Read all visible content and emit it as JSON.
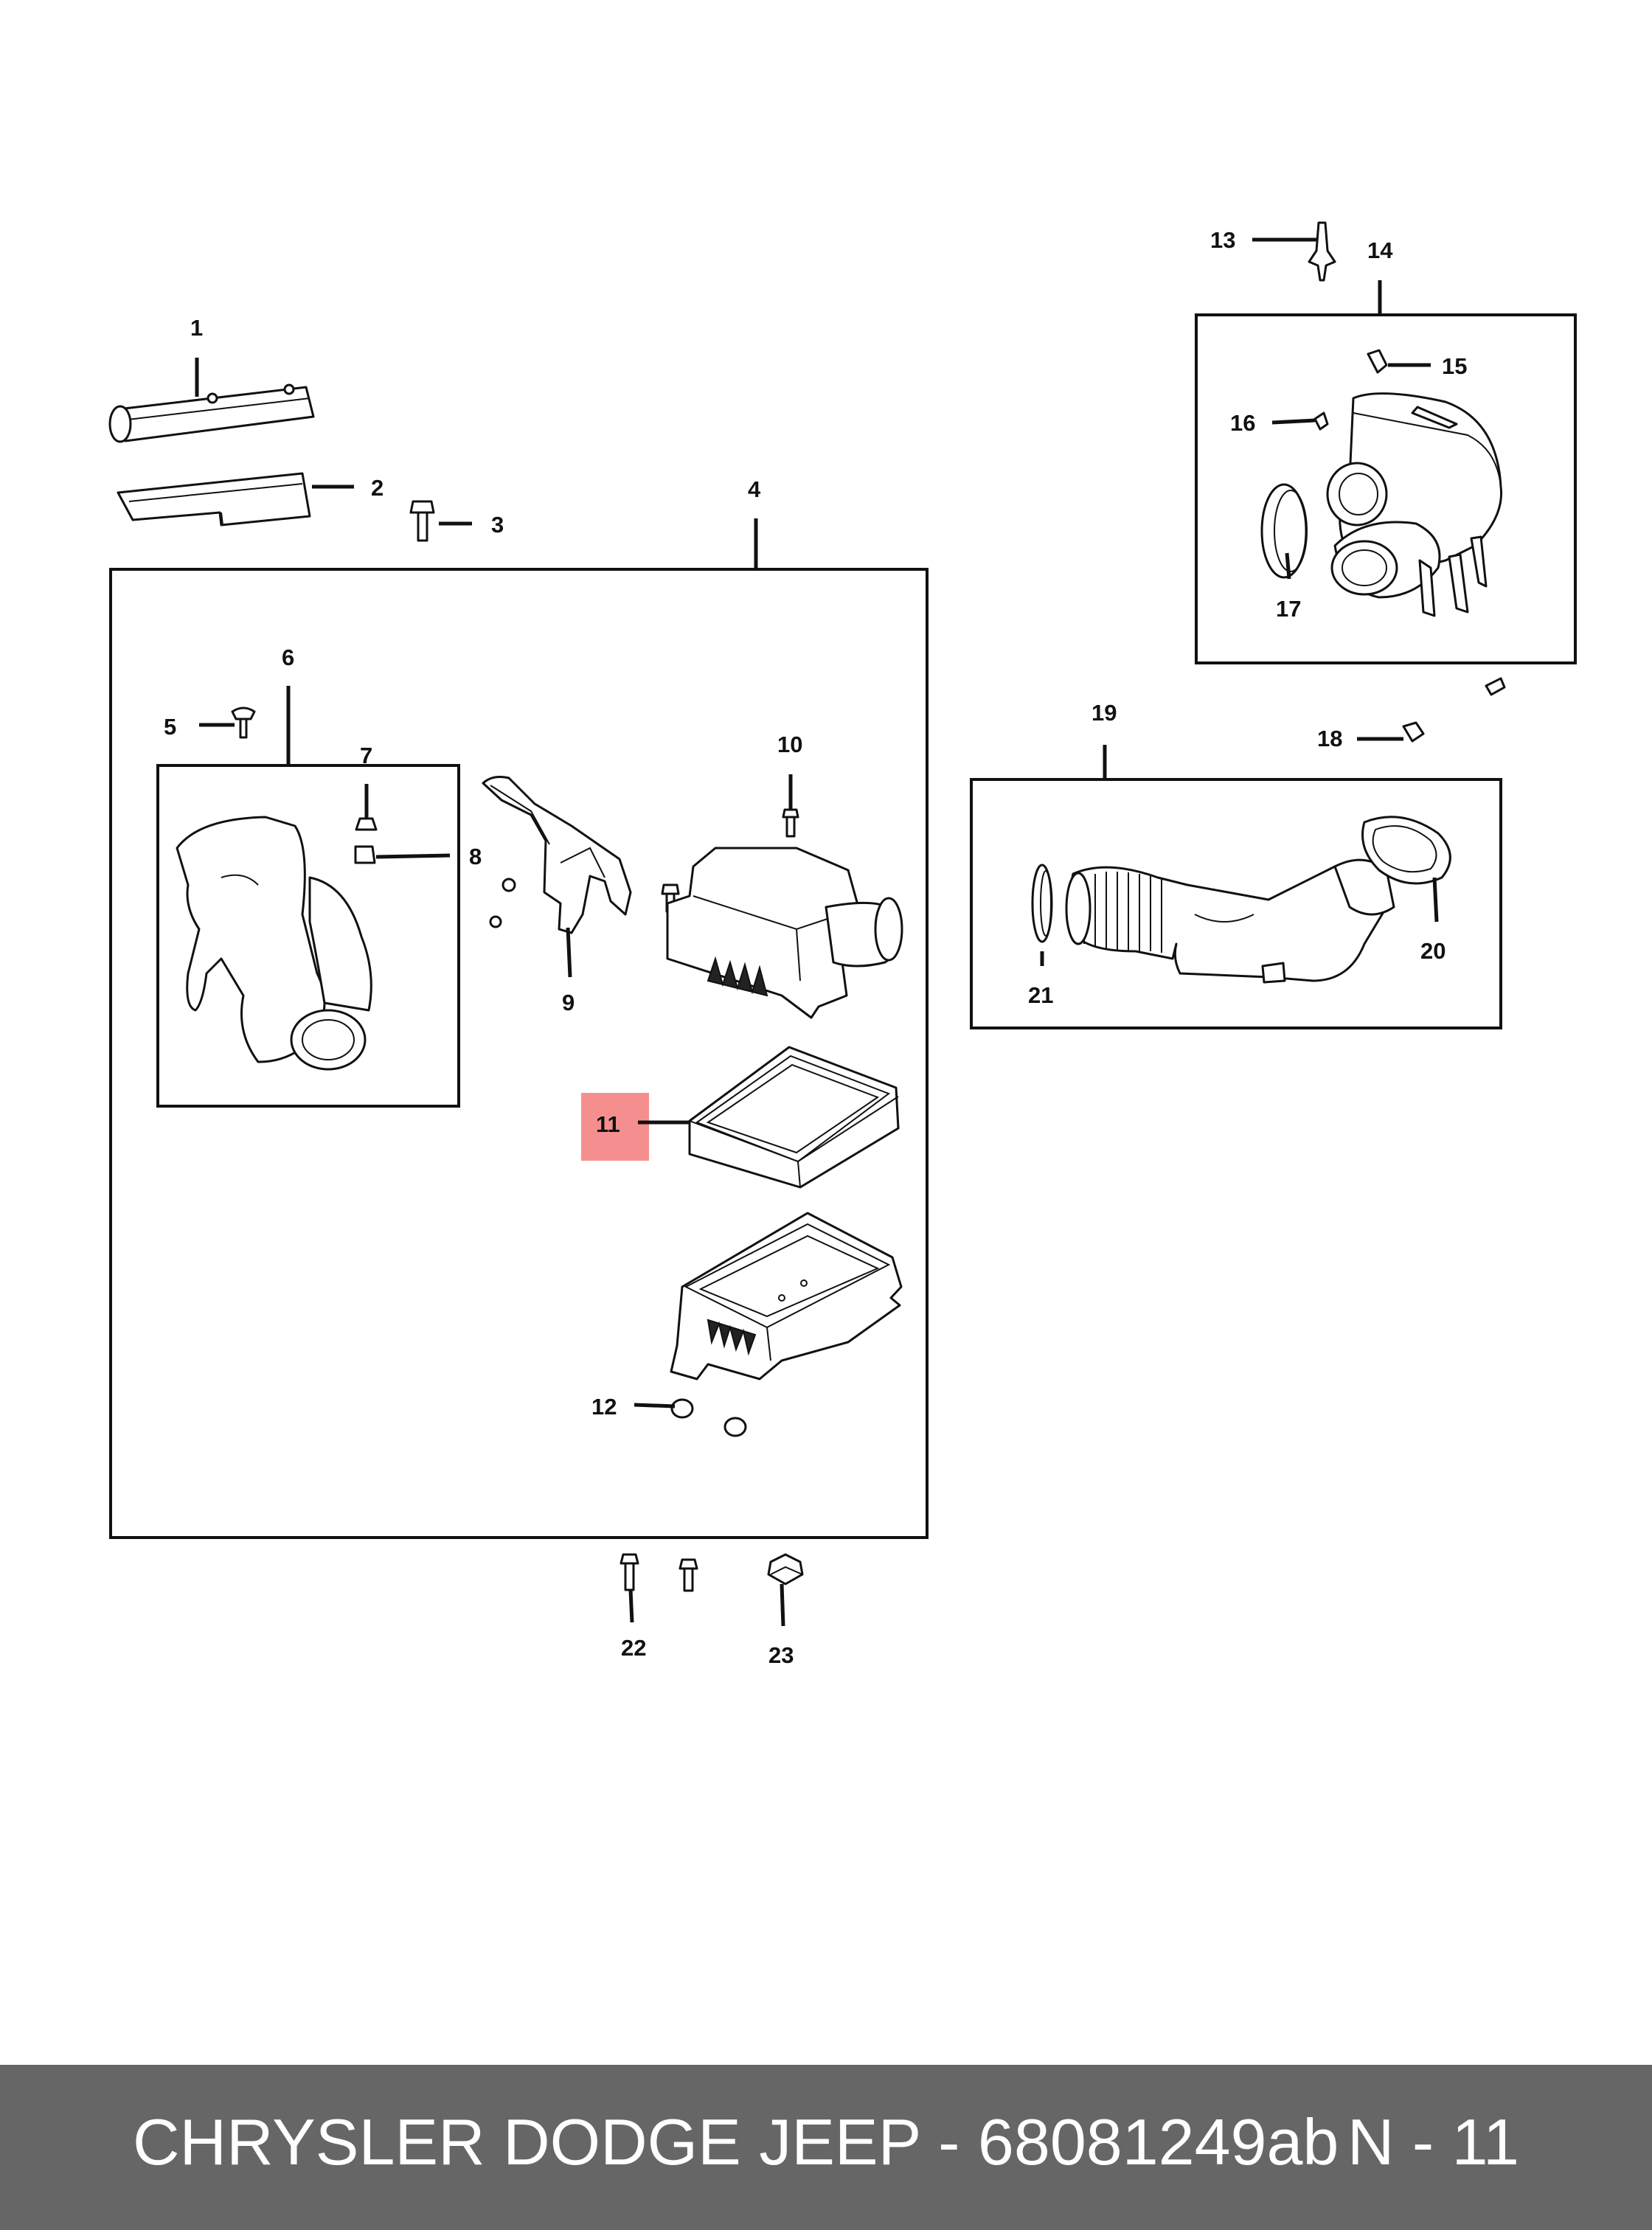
{
  "diagram": {
    "highlight_color": "#f58f8f",
    "highlighted_callout": "11",
    "callouts": {
      "c1": "1",
      "c2": "2",
      "c3": "3",
      "c4": "4",
      "c5": "5",
      "c6": "6",
      "c7": "7",
      "c8": "8",
      "c9": "9",
      "c10": "10",
      "c11": "11",
      "c12": "12",
      "c13": "13",
      "c14": "14",
      "c15": "15",
      "c16": "16",
      "c17": "17",
      "c18": "18",
      "c19": "19",
      "c20": "20",
      "c21": "21",
      "c22": "22",
      "c23": "23"
    }
  },
  "footer": {
    "title": "CHRYSLER DODGE JEEP - 68081249ab",
    "page": "N - 11",
    "background": "#666666"
  }
}
